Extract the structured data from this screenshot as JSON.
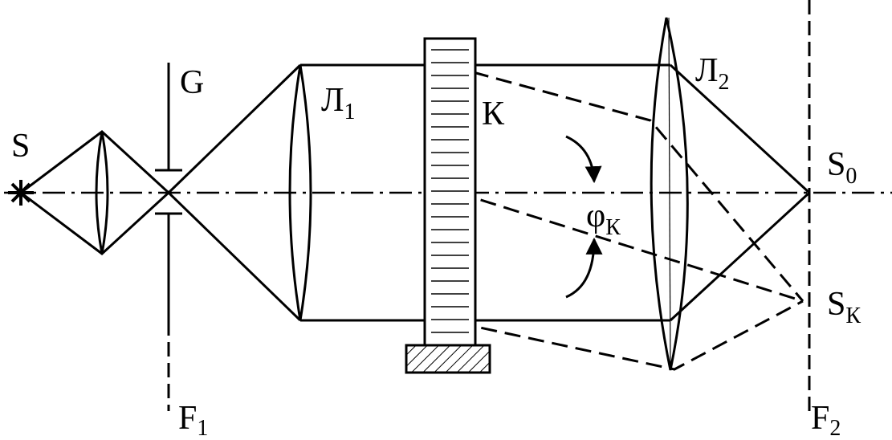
{
  "labels": {
    "source": "S",
    "aperture": "G",
    "lens1": "Л",
    "lens1_sub": "1",
    "grating": "К",
    "lens2": "Л",
    "lens2_sub": "2",
    "zero_order": "S",
    "zero_order_sub": "0",
    "kth_order": "S",
    "kth_order_sub": "К",
    "angle": "φ",
    "angle_sub": "К",
    "focal1": "F",
    "focal1_sub": "1",
    "focal2": "F",
    "focal2_sub": "2"
  },
  "colors": {
    "line": "#000000",
    "background": "#ffffff"
  }
}
